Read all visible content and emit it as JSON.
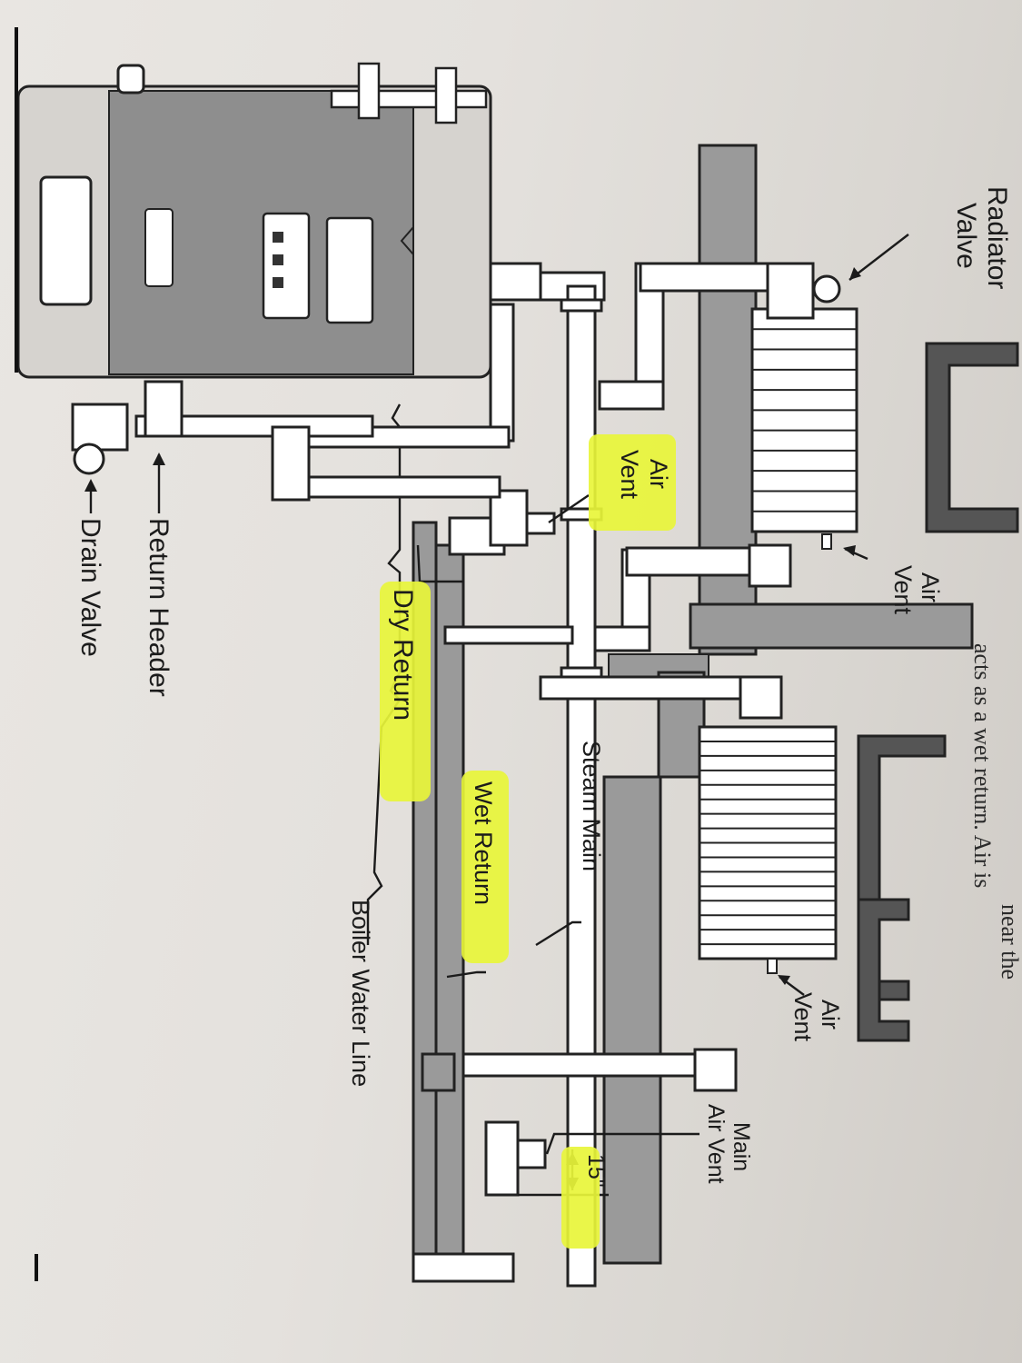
{
  "page_text": {
    "top_line_1": "near the",
    "top_line_2": "acts as a wet return. Air is"
  },
  "labels": {
    "radiator_valve_1": "Radiator",
    "radiator_valve_2": "Valve",
    "air_vent_upper_1": "Air",
    "air_vent_upper_2": "Vent",
    "air_vent_lower_1": "Air",
    "air_vent_lower_2": "Vent",
    "main_air_vent_1": "Main",
    "main_air_vent_2": "Air Vent",
    "dimension": "15\"",
    "air_vent_return_1": "Air",
    "air_vent_return_2": "Vent",
    "steam_main": "Steam Main",
    "wet_return": "Wet Return",
    "dry_return": "Dry Return",
    "boiler_water_line": "Boiler Water Line",
    "return_header": "Return Header",
    "drain_valve": "Drain Valve"
  },
  "colors": {
    "highlighter": "#e8f53a",
    "paper": "#e4e1dd",
    "ink": "#1b1b1b",
    "boiler_gray": "#8e8e8e",
    "beam_gray": "#9a9a9a"
  }
}
